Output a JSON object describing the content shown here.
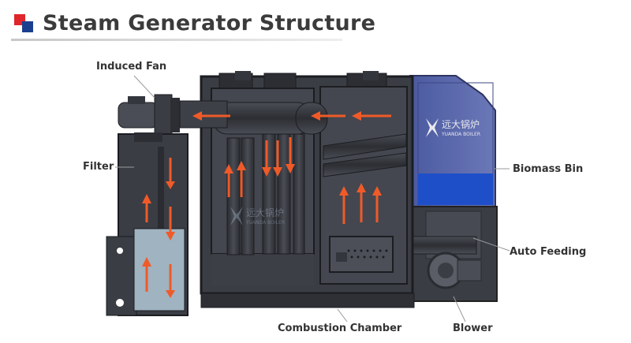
{
  "title": "Steam Generator Structure",
  "labels": {
    "induced_fan": "Induced Fan",
    "filter": "Filter",
    "biomass_bin": "Biomass Bin",
    "auto_feeding": "Auto Feeding",
    "combustion_chamber": "Combustion Chamber",
    "blower": "Blower"
  },
  "brand": {
    "cn": "远大锅炉",
    "en": "YUANDA BOILER"
  },
  "colors": {
    "arrow": "#f05a28",
    "body": "#3a3d44",
    "body_dark": "#26282d",
    "cabinet": "#5566a8",
    "bin_blue": "#1e4fc8",
    "water": "#9fb3c0",
    "accent_red": "#e0252b",
    "accent_blue": "#1b3f8f"
  }
}
